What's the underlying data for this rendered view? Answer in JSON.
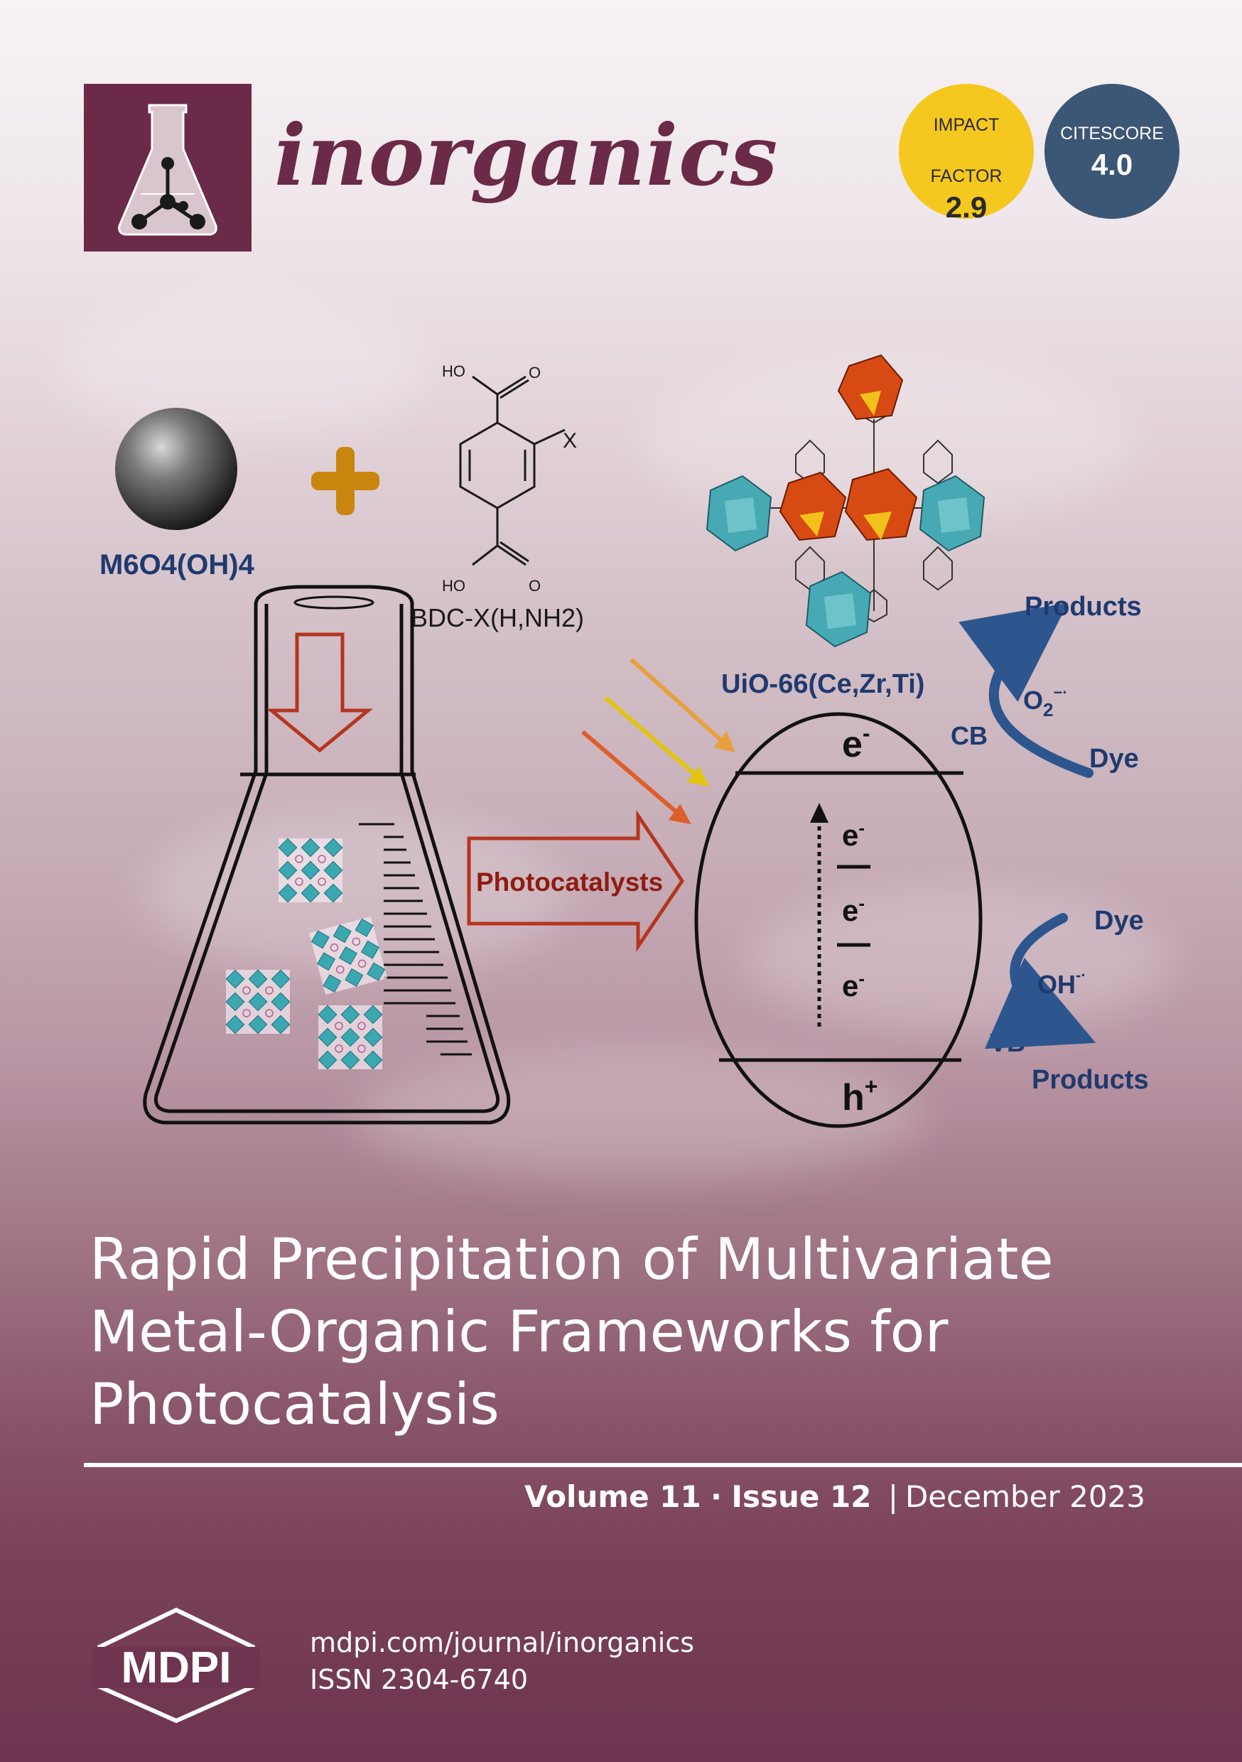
{
  "journal": {
    "name": "inorganics",
    "impact_factor": {
      "label_line1": "IMPACT",
      "label_line2": "FACTOR",
      "value": "2.9"
    },
    "citescore": {
      "label": "CITESCORE",
      "value": "4.0"
    }
  },
  "figure": {
    "precursor_label": "M6O4(OH)4",
    "linker_label": "BDC-X(H,NH2)",
    "linker_ho_top": "HO",
    "linker_o_top": "O",
    "linker_ho_bottom": "HO",
    "linker_o_bottom": "O",
    "linker_substituent": "X",
    "mof_label": "UiO-66(Ce,Zr,Ti)",
    "arrow_label": "Photocatalysts",
    "cb_label": "CB",
    "vb_label": "VB",
    "electron": "e",
    "minus": "-",
    "hole": "h",
    "plus": "+",
    "products_top": "Products",
    "dye_top": "Dye",
    "superoxide": "O",
    "superoxide_sub": "2",
    "superoxide_sup": "−·",
    "dye_bottom": "Dye",
    "hydroxyl": "OH",
    "hydroxyl_sup": "-·",
    "products_bottom": "Products"
  },
  "article": {
    "title_line1": "Rapid Precipitation of Multivariate",
    "title_line2": "Metal-Organic Frameworks for",
    "title_line3": "Photocatalysis"
  },
  "issue": {
    "volume": "Volume 11",
    "dot": "·",
    "issue": "Issue 12",
    "separator": "|",
    "date": "December 2023"
  },
  "footer": {
    "publisher": "MDPI",
    "url": "mdpi.com/journal/inorganics",
    "issn": "ISSN 2304-6740"
  },
  "colors": {
    "brand": "#6a2a48",
    "impact_badge": "#f5c81f",
    "citescore_badge": "#3c5675",
    "diagram_navy": "#1f3a6e",
    "arrow_red": "#a02a1a",
    "teal": "#3aa8b0",
    "orange": "#d84a14"
  }
}
